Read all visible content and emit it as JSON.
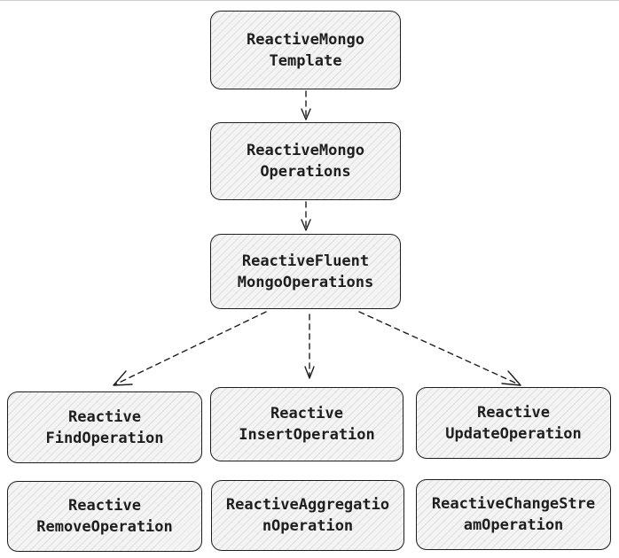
{
  "nodes": {
    "template": {
      "line1": "ReactiveMongo",
      "line2": "Template"
    },
    "operations": {
      "line1": "ReactiveMongo",
      "line2": "Operations"
    },
    "fluent": {
      "line1": "ReactiveFluent",
      "line2": "MongoOperations"
    },
    "find": {
      "line1": "Reactive",
      "line2": "FindOperation"
    },
    "insert": {
      "line1": "Reactive",
      "line2": "InsertOperation"
    },
    "update": {
      "line1": "Reactive",
      "line2": "UpdateOperation"
    },
    "remove": {
      "line1": "Reactive",
      "line2": "RemoveOperation"
    },
    "aggregation": {
      "line1": "ReactiveAggregatio",
      "line2": "nOperation"
    },
    "changestream": {
      "line1": "ReactiveChangeStre",
      "line2": "amOperation"
    }
  },
  "colors": {
    "stroke": "#1e1e1e",
    "fill": "#f4f4f4"
  }
}
